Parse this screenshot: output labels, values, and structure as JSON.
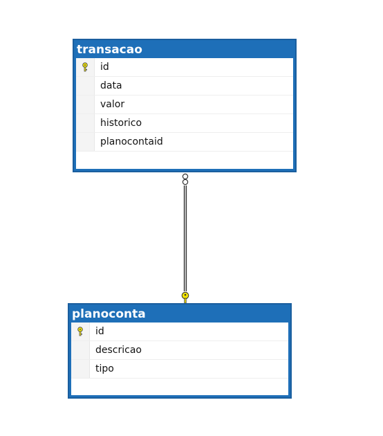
{
  "tables": [
    {
      "name": "transacao",
      "columns": [
        {
          "label": "id",
          "primary_key": true
        },
        {
          "label": "data",
          "primary_key": false
        },
        {
          "label": "valor",
          "primary_key": false
        },
        {
          "label": "historico",
          "primary_key": false
        },
        {
          "label": "planocontaid",
          "primary_key": false
        }
      ]
    },
    {
      "name": "planoconta",
      "columns": [
        {
          "label": "id",
          "primary_key": true
        },
        {
          "label": "descricao",
          "primary_key": false
        },
        {
          "label": "tipo",
          "primary_key": false
        }
      ]
    }
  ],
  "relationship": {
    "from": "transacao",
    "to": "planoconta",
    "from_end": "many",
    "to_end": "one"
  },
  "colors": {
    "header": "#1e6fb8",
    "key": "#f2e400"
  }
}
